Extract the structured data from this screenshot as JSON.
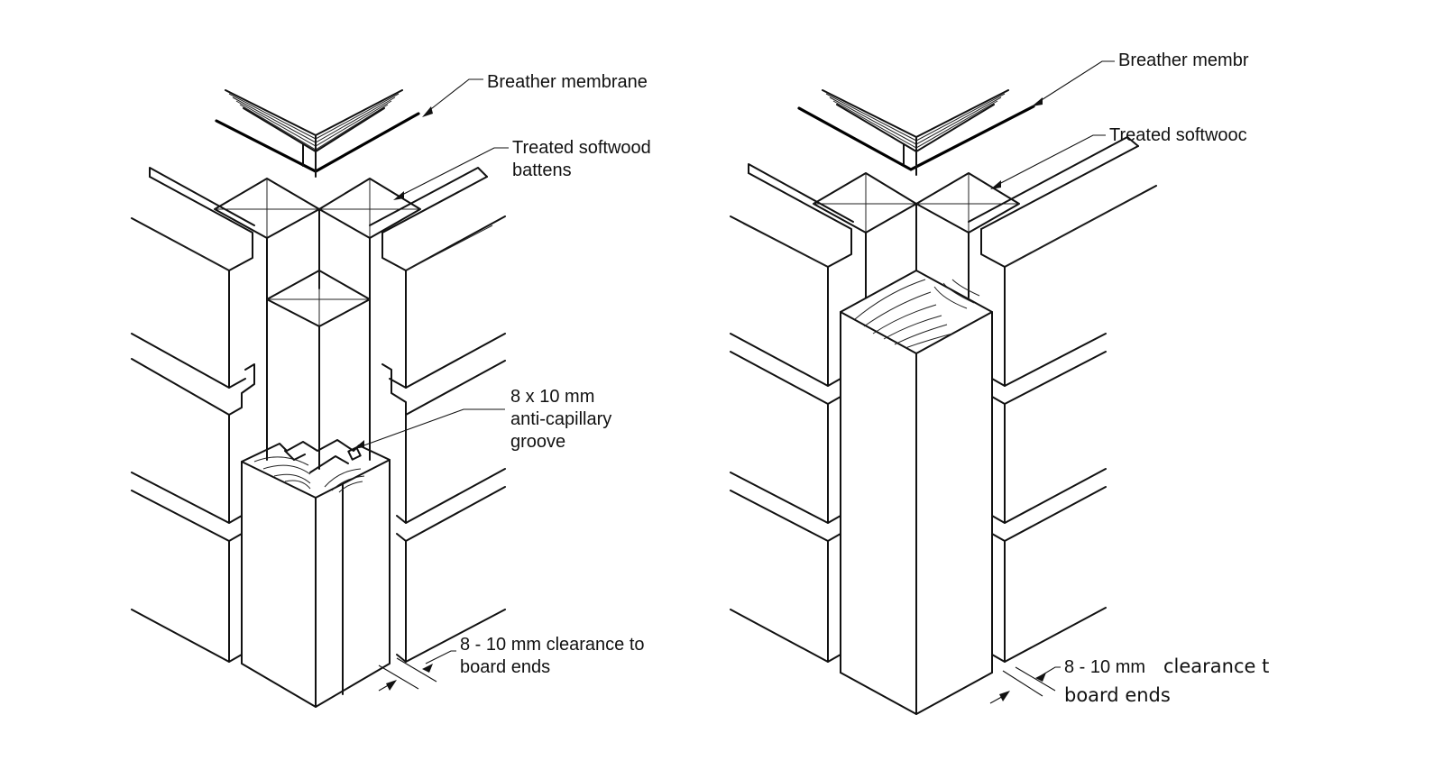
{
  "left_detail": {
    "labels": {
      "breather": "Breather membrane",
      "battens_line1": "Treated softwood",
      "battens_line2": "battens",
      "groove_line1": "8 x 10 mm",
      "groove_line2": "anti-capillary",
      "groove_line3": "groove",
      "clearance_line1": "8 - 10 mm clearance to",
      "clearance_line2": "board ends"
    }
  },
  "right_detail": {
    "labels": {
      "breather": "Breather membr",
      "battens": "Treated softwooc",
      "clearance_line1": "8 - 10 mm",
      "clearance_line1b": "clearance t",
      "clearance_line2": "board ends"
    }
  }
}
